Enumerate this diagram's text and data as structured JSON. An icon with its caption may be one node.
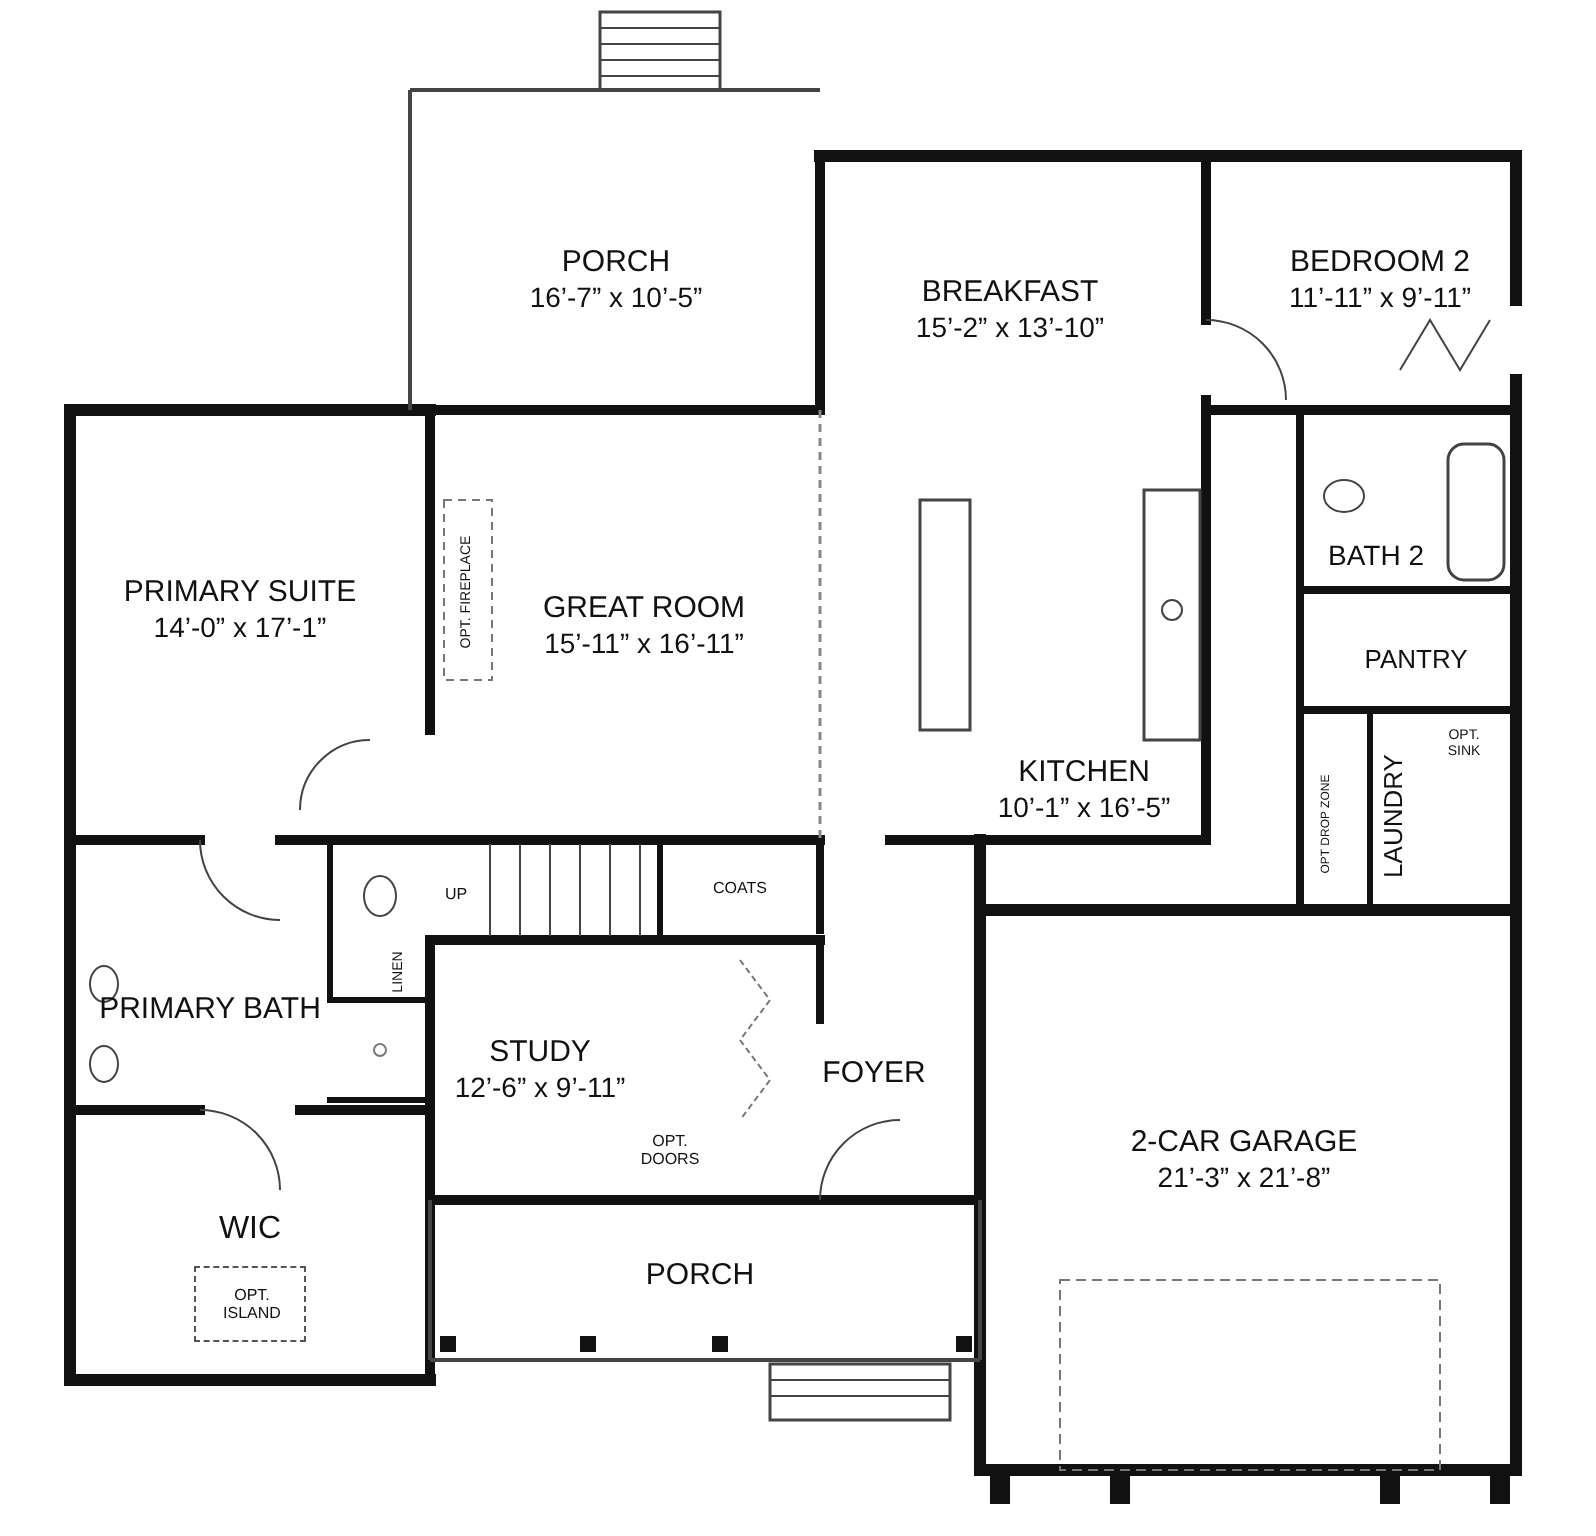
{
  "diagram": {
    "nodes": [
      {
        "text": [
          "PORCH",
          "16’-7” x 10’-5”"
        ]
      },
      {
        "text": [
          "BREAKFAST",
          "15’-2” x 13’-10”"
        ]
      },
      {
        "text": [
          "BEDROOM 2",
          "11’-11” x 9’-11”"
        ]
      },
      {
        "text": [
          "PRIMARY SUITE",
          "14’-0” x 17’-1”"
        ]
      },
      {
        "text": [
          "GREAT ROOM",
          "15’-11” x 16’-11”"
        ]
      },
      {
        "text": [
          "BATH 2"
        ]
      },
      {
        "text": [
          "PANTRY"
        ]
      },
      {
        "text": [
          "KITCHEN",
          "10’-1” x 16’-5”"
        ]
      },
      {
        "text": [
          "LAUNDRY"
        ]
      },
      {
        "text": [
          "PRIMARY BATH"
        ]
      },
      {
        "text": [
          "STUDY",
          "12’-6” x 9’-11”"
        ]
      },
      {
        "text": [
          "FOYER"
        ]
      },
      {
        "text": [
          "2-CAR GARAGE",
          "21’-3” x 21’-8”"
        ]
      },
      {
        "text": [
          "WIC"
        ]
      },
      {
        "text": [
          "PORCH"
        ]
      },
      {
        "text": [
          "COATS"
        ]
      },
      {
        "text": [
          "LINEN"
        ]
      },
      {
        "text": [
          "OPT. ISLAND"
        ],
        "in": 13
      }
    ],
    "labels": [
      "OPT. FIREPLACE",
      "OPT. SINK",
      "UP",
      "OPT DROP ZONE",
      "OPT. DOORS"
    ]
  }
}
